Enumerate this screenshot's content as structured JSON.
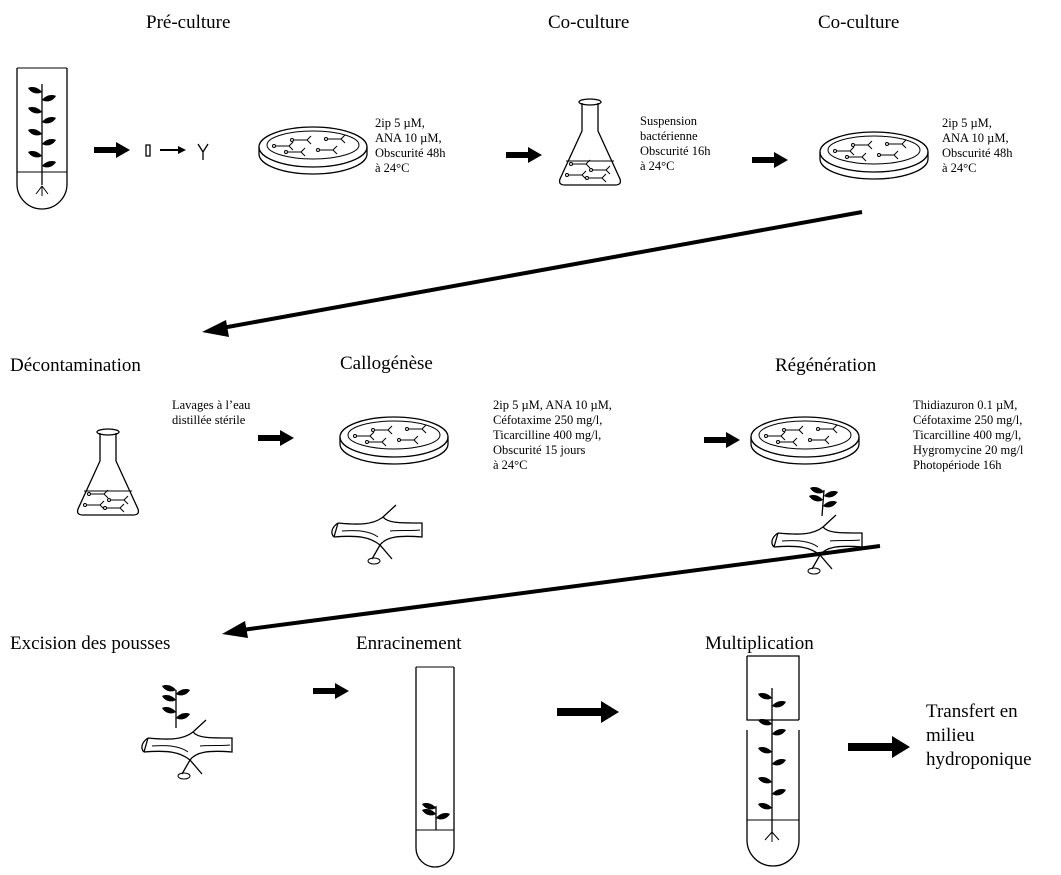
{
  "stages": {
    "preculture": "Pré-culture",
    "coculture1": "Co-culture",
    "coculture2": "Co-culture",
    "decontamination": "Décontamination",
    "callogenese": "Callogénèse",
    "regeneration": "Régénération",
    "excision": "Excision des pousses",
    "enracinement": "Enracinement",
    "multiplication": "Multiplication"
  },
  "conditions": {
    "preculture": [
      "2ip 5 µM,",
      "ANA 10 µM,",
      "Obscurité 48h",
      "à 24°C"
    ],
    "coculture1": [
      "Suspension",
      "bactérienne",
      "Obscurité 16h",
      "à 24°C"
    ],
    "coculture2": [
      "2ip 5 µM,",
      "ANA 10 µM,",
      "Obscurité 48h",
      "à 24°C"
    ],
    "decontamination": [
      "Lavages à l’eau",
      "distillée stérile"
    ],
    "callogenese": [
      "2ip 5 µM, ANA 10 µM,",
      "Céfotaxime 250 mg/l,",
      "Ticarcilline 400 mg/l,",
      "Obscurité 15 jours",
      "à 24°C"
    ],
    "regeneration": [
      "Thidiazuron 0.1 µM,",
      "Céfotaxime 250 mg/l,",
      "Ticarcilline 400 mg/l,",
      "Hygromycine 20 mg/l",
      "Photopériode 16h"
    ]
  },
  "final_step": [
    "Transfert en",
    "milieu",
    "hydroponique"
  ]
}
